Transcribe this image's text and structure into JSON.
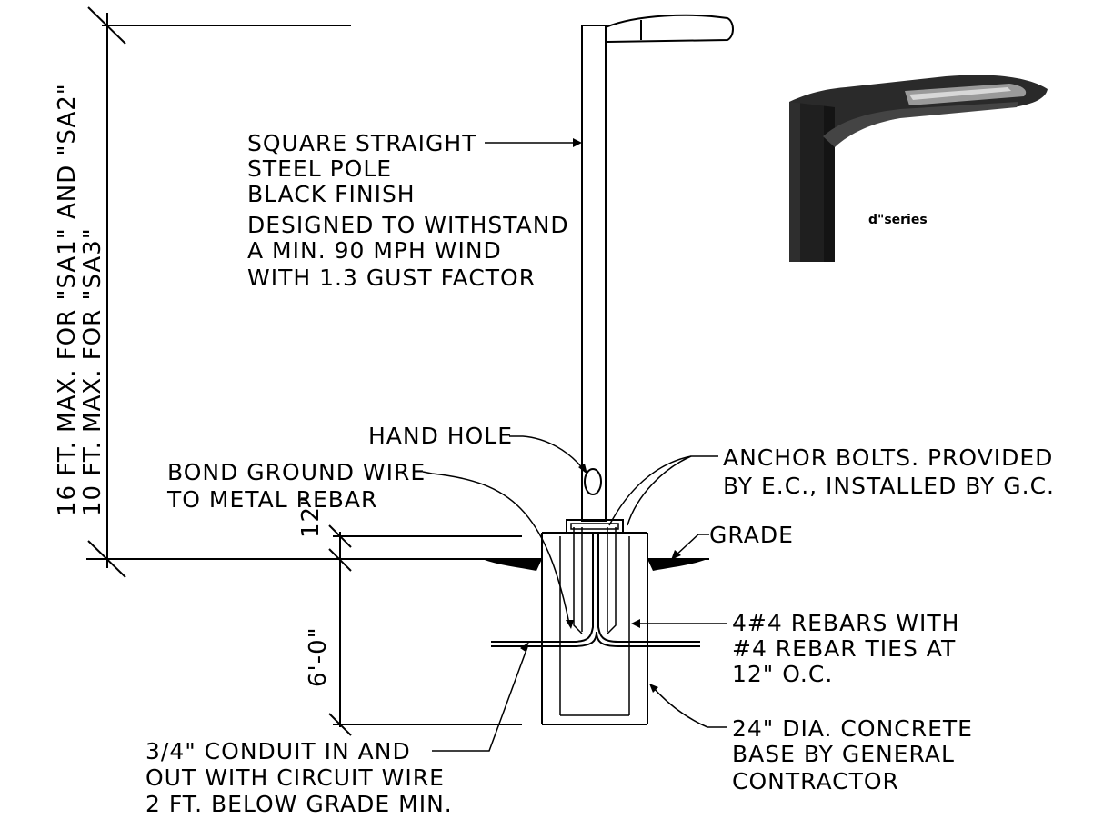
{
  "labels": {
    "pole_lines": [
      "SQUARE STRAIGHT",
      "STEEL POLE",
      "BLACK FINISH",
      "DESIGNED TO WITHSTAND",
      "A MIN. 90 MPH WIND",
      "WITH 1.3 GUST FACTOR"
    ],
    "hand_hole": "HAND HOLE",
    "bond_lines": [
      "BOND GROUND WIRE",
      "TO METAL REBAR"
    ],
    "anchor_lines": [
      "ANCHOR BOLTS. PROVIDED",
      "BY E.C., INSTALLED BY G.C."
    ],
    "grade": "GRADE",
    "rebar_lines": [
      "4#4 REBARS WITH",
      "#4 REBAR TIES AT",
      "12\" O.C."
    ],
    "base_lines": [
      "24\" DIA. CONCRETE",
      "BASE BY GENERAL",
      "CONTRACTOR"
    ],
    "conduit_lines": [
      "3/4\" CONDUIT IN AND",
      "OUT WITH CIRCUIT WIRE",
      "2 FT. BELOW GRADE MIN."
    ]
  },
  "dimensions": {
    "height_line1": "16 FT. MAX. FOR \"SA1\" AND \"SA2\"",
    "height_line2": "10 FT. MAX. FOR \"SA3\"",
    "above_grade": "12\"",
    "depth": "6'-0\""
  },
  "product": {
    "brand": "d\"series"
  }
}
